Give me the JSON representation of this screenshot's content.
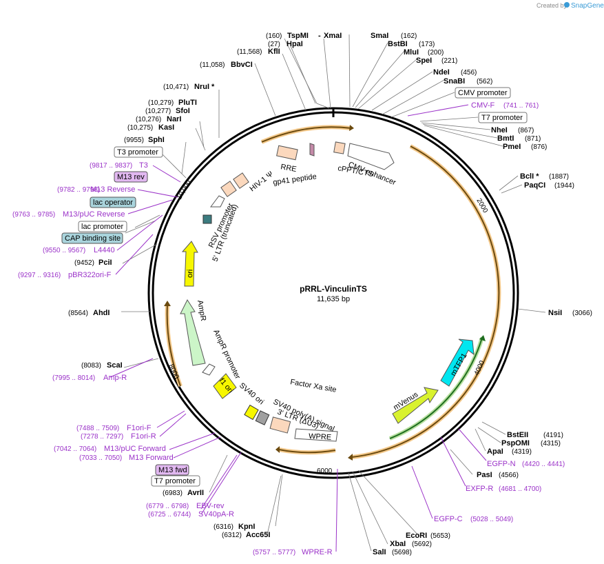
{
  "credit": {
    "prefix": "Created by",
    "brand": "SnapGene"
  },
  "plasmid": {
    "name": "pRRL-VinculinTS",
    "size": "11,635 bp"
  },
  "ticks": [
    "2000",
    "4000",
    "6000",
    "8000",
    "10,000"
  ],
  "features": [
    "CMV enhancer",
    "cPPT/CTS",
    "RRE",
    "gp41 peptide",
    "HIV-1 Ψ",
    "RSV promoter",
    "5' LTR (truncated)",
    "ori",
    "AmpR",
    "AmpR promoter",
    "f1 ori",
    "SV40 ori",
    "SV40 poly(A) signal",
    "3' LTR (ΔU3)",
    "WPRE",
    "Factor Xa site",
    "mVenus",
    "mTFP1"
  ],
  "sites": [
    {
      "pos": "(160)",
      "name": "TspMI"
    },
    {
      "pos": "",
      "name": "XmaI",
      "prefix": "-"
    },
    {
      "pos": "(27)",
      "name": "HpaI"
    },
    {
      "pos": "(11,568)",
      "name": "KflI"
    },
    {
      "pos": "(11,058)",
      "name": "BbvCI"
    },
    {
      "pos": "(10,471)",
      "name": "NruI *"
    },
    {
      "pos": "(10,279)",
      "name": "PluTI"
    },
    {
      "pos": "(10,277)",
      "name": "SfoI"
    },
    {
      "pos": "(10,276)",
      "name": "NarI"
    },
    {
      "pos": "(10,275)",
      "name": "KasI"
    },
    {
      "pos": "(9955)",
      "name": "SphI"
    },
    {
      "pos": "(9452)",
      "name": "PciI"
    },
    {
      "pos": "(8564)",
      "name": "AhdI"
    },
    {
      "pos": "(8083)",
      "name": "ScaI"
    },
    {
      "pos": "(6983)",
      "name": "AvrII"
    },
    {
      "pos": "(6316)",
      "name": "KpnI"
    },
    {
      "pos": "(6312)",
      "name": "Acc65I"
    },
    {
      "pos": "(5698)",
      "name": "SalI"
    },
    {
      "pos": "(5692)",
      "name": "XbaI"
    },
    {
      "pos": "(5653)",
      "name": "EcoRI"
    },
    {
      "pos": "(162)",
      "name": "SmaI"
    },
    {
      "pos": "(173)",
      "name": "BstBI"
    },
    {
      "pos": "(200)",
      "name": "MluI"
    },
    {
      "pos": "(221)",
      "name": "SpeI"
    },
    {
      "pos": "(456)",
      "name": "NdeI"
    },
    {
      "pos": "(562)",
      "name": "SnaBI"
    },
    {
      "pos": "(867)",
      "name": "NheI"
    },
    {
      "pos": "(871)",
      "name": "BmtI"
    },
    {
      "pos": "(876)",
      "name": "PmeI"
    },
    {
      "pos": "(1887)",
      "name": "BclI *"
    },
    {
      "pos": "(1944)",
      "name": "PaqCI"
    },
    {
      "pos": "(3066)",
      "name": "NsiI"
    },
    {
      "pos": "(4191)",
      "name": "BstEII"
    },
    {
      "pos": "(4315)",
      "name": "PspOMI"
    },
    {
      "pos": "(4319)",
      "name": "ApaI"
    },
    {
      "pos": "(4566)",
      "name": "PasI"
    }
  ],
  "primers": [
    {
      "range": "(9817 .. 9837)",
      "name": "T3"
    },
    {
      "range": "(9782 .. 9798)",
      "name": "M13 Reverse"
    },
    {
      "range": "(9763 .. 9785)",
      "name": "M13/pUC Reverse"
    },
    {
      "range": "(9550 .. 9567)",
      "name": "L4440"
    },
    {
      "range": "(9297 .. 9316)",
      "name": "pBR322ori-F"
    },
    {
      "range": "(7995 .. 8014)",
      "name": "Amp-R"
    },
    {
      "range": "(7488 .. 7509)",
      "name": "F1ori-F"
    },
    {
      "range": "(7278 .. 7297)",
      "name": "F1ori-R"
    },
    {
      "range": "(7042 .. 7064)",
      "name": "M13/pUC Forward"
    },
    {
      "range": "(7033 .. 7050)",
      "name": "M13 Forward"
    },
    {
      "range": "(6779 .. 6798)",
      "name": "EBV-rev"
    },
    {
      "range": "(6725 .. 6744)",
      "name": "SV40pA-R"
    },
    {
      "range": "(5757 .. 5777)",
      "name": "WPRE-R"
    },
    {
      "range": "(741 .. 761)",
      "name": "CMV-F"
    },
    {
      "range": "(4420 .. 4441)",
      "name": "EGFP-N"
    },
    {
      "range": "(4681 .. 4700)",
      "name": "EXFP-R"
    },
    {
      "range": "(5028 .. 5049)",
      "name": "EGFP-C"
    }
  ],
  "boxes": [
    {
      "name": "T3 promoter"
    },
    {
      "name": "M13 rev"
    },
    {
      "name": "lac operator"
    },
    {
      "name": "lac promoter"
    },
    {
      "name": "CAP binding site"
    },
    {
      "name": "M13 fwd"
    },
    {
      "name": "T7 promoter"
    },
    {
      "name": "CMV promoter"
    },
    {
      "name": "T7 promoter"
    }
  ],
  "colors": {
    "backbone": "#000000",
    "primer": "#9a31c8",
    "feature_fill": "#fbd8bd",
    "ori": "#f7f700",
    "ampr": "#ccf5c8",
    "mtfp1": "#00e6f0",
    "mvenus": "#d9f22e",
    "orange_highlight": "#f0a030",
    "green_highlight": "#2e9a2e",
    "lac_box": "#a9d4dc",
    "m13_box": "#e1b8f0"
  }
}
